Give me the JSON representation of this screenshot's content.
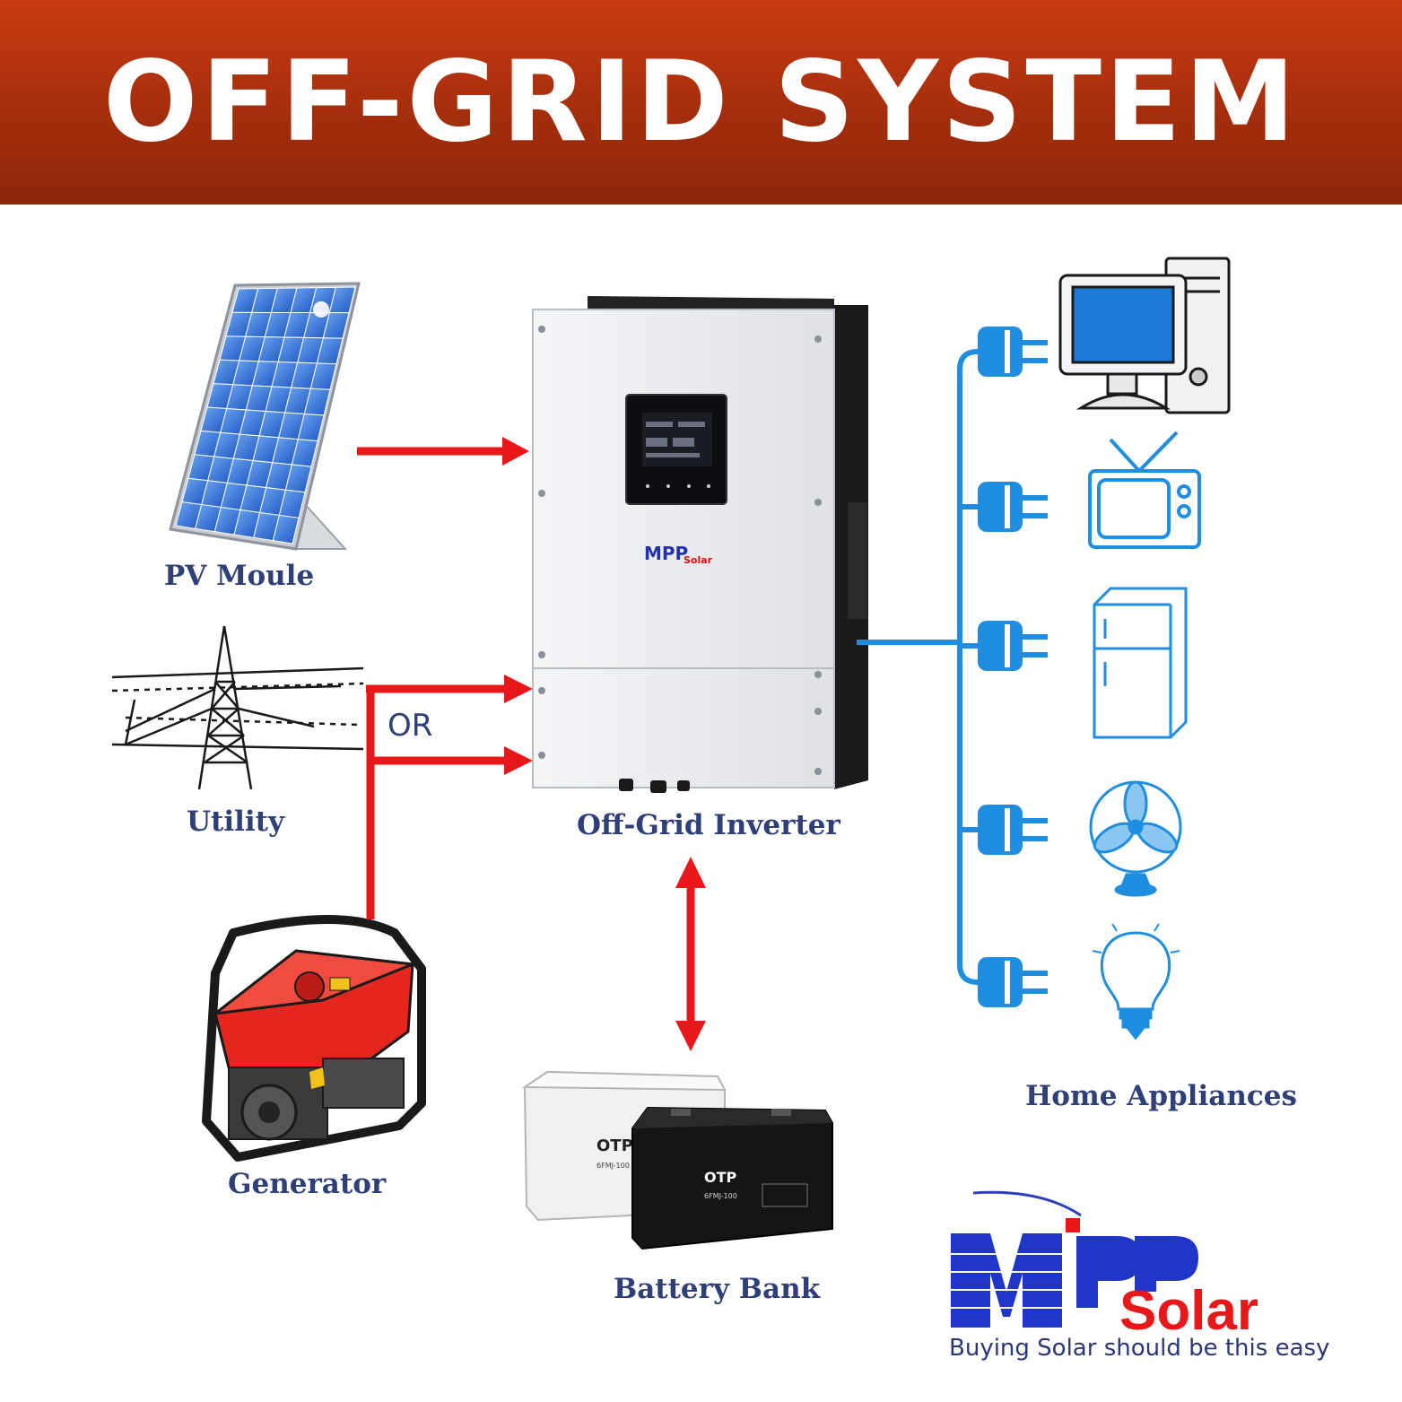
{
  "title": "OFF-GRID SYSTEM",
  "components": {
    "pv": "PV Moule",
    "utility": "Utility",
    "generator": "Generator",
    "inverter": "Off-Grid Inverter",
    "battery": "Battery Bank",
    "appliances": "Home Appliances"
  },
  "or_label": "OR",
  "inverter_brand": "MPP Solar",
  "battery_brand": "OTP",
  "battery_model": "6FMJ-100",
  "logo": {
    "brand": "MPP Solar",
    "tagline": "Buying Solar should be this easy"
  },
  "colors": {
    "banner": "#b2320e",
    "arrow": "#e8171a",
    "wire": "#1f8ee0",
    "label": "#2f3f78"
  }
}
